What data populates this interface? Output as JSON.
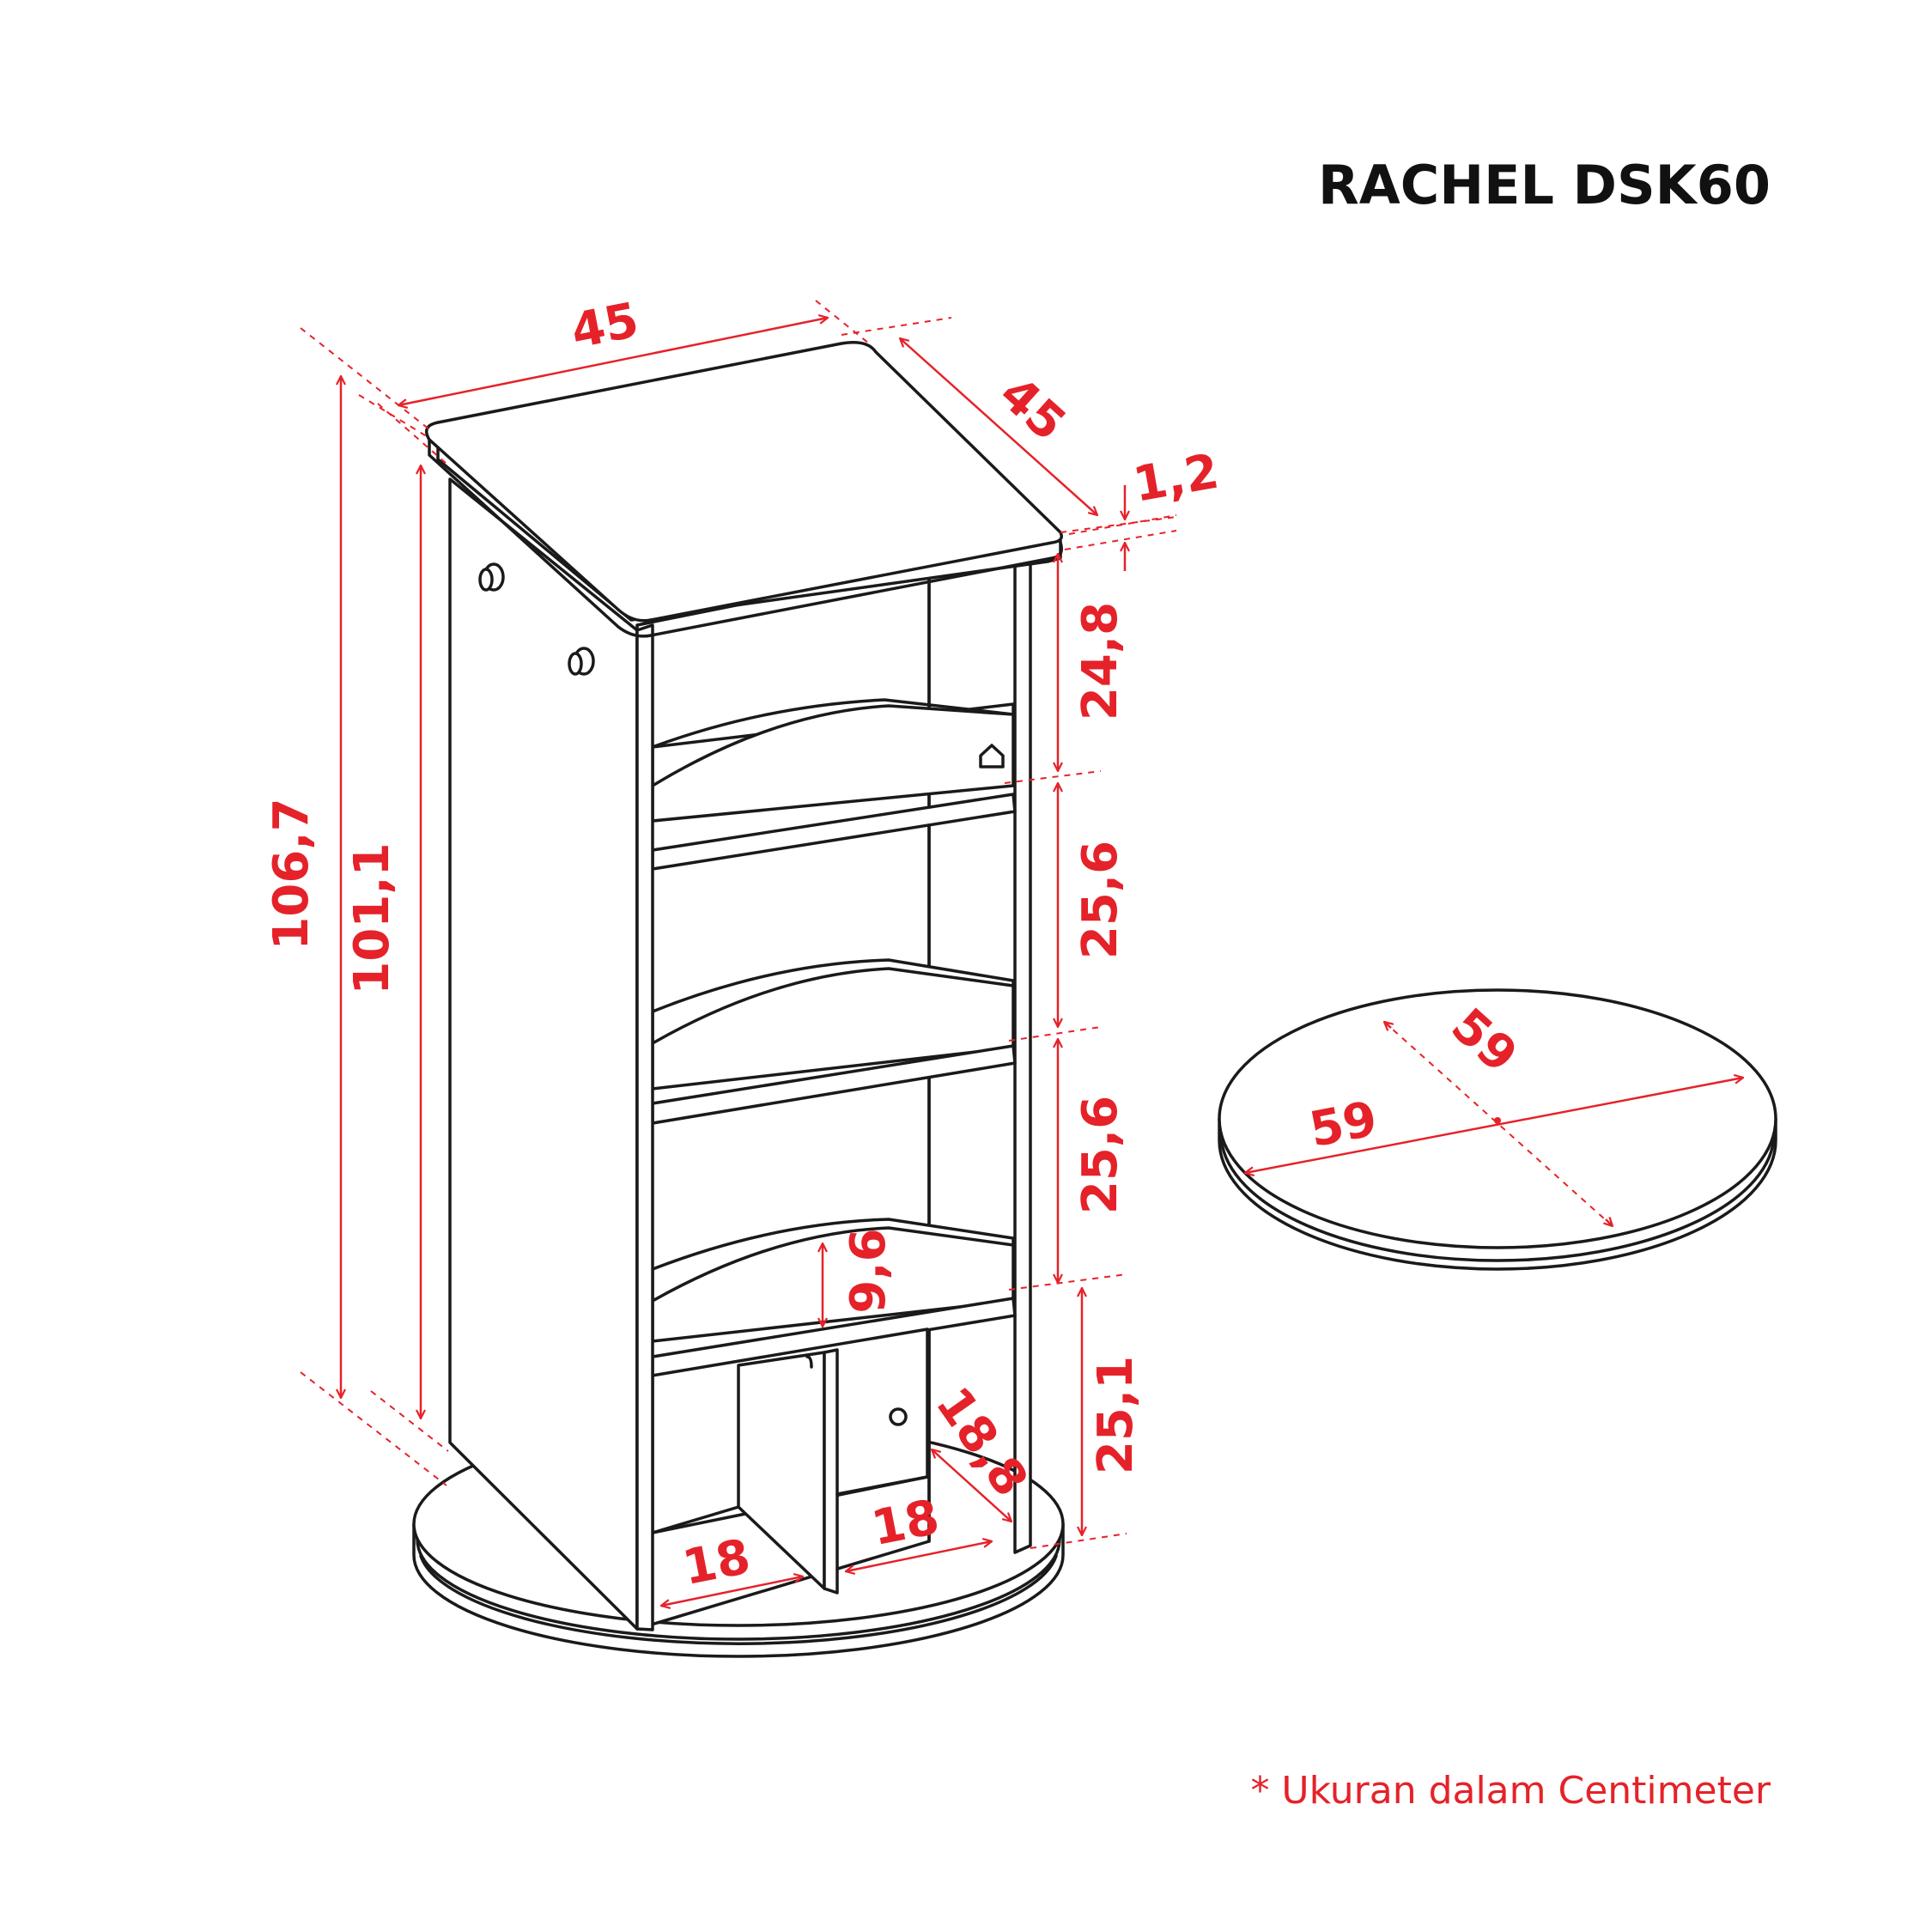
{
  "title": "RACHEL DSK60",
  "footnote": "* Ukuran dalam Centimeter",
  "colors": {
    "accent": "#e52229",
    "line": "#1a1a1a",
    "background": "#ffffff"
  },
  "dimensions": {
    "top_width": "45",
    "top_depth": "45",
    "top_thickness": "1,2",
    "total_height": "106,7",
    "body_height": "101,1",
    "shelf_1": "24,8",
    "shelf_2": "25,6",
    "shelf_3": "25,6",
    "shelf_4": "25,1",
    "lip_height": "9,6",
    "cubby_depth": "18,8",
    "cubby_left_width": "18",
    "cubby_right_width": "18",
    "base_diameter_a": "59",
    "base_diameter_b": "59"
  }
}
